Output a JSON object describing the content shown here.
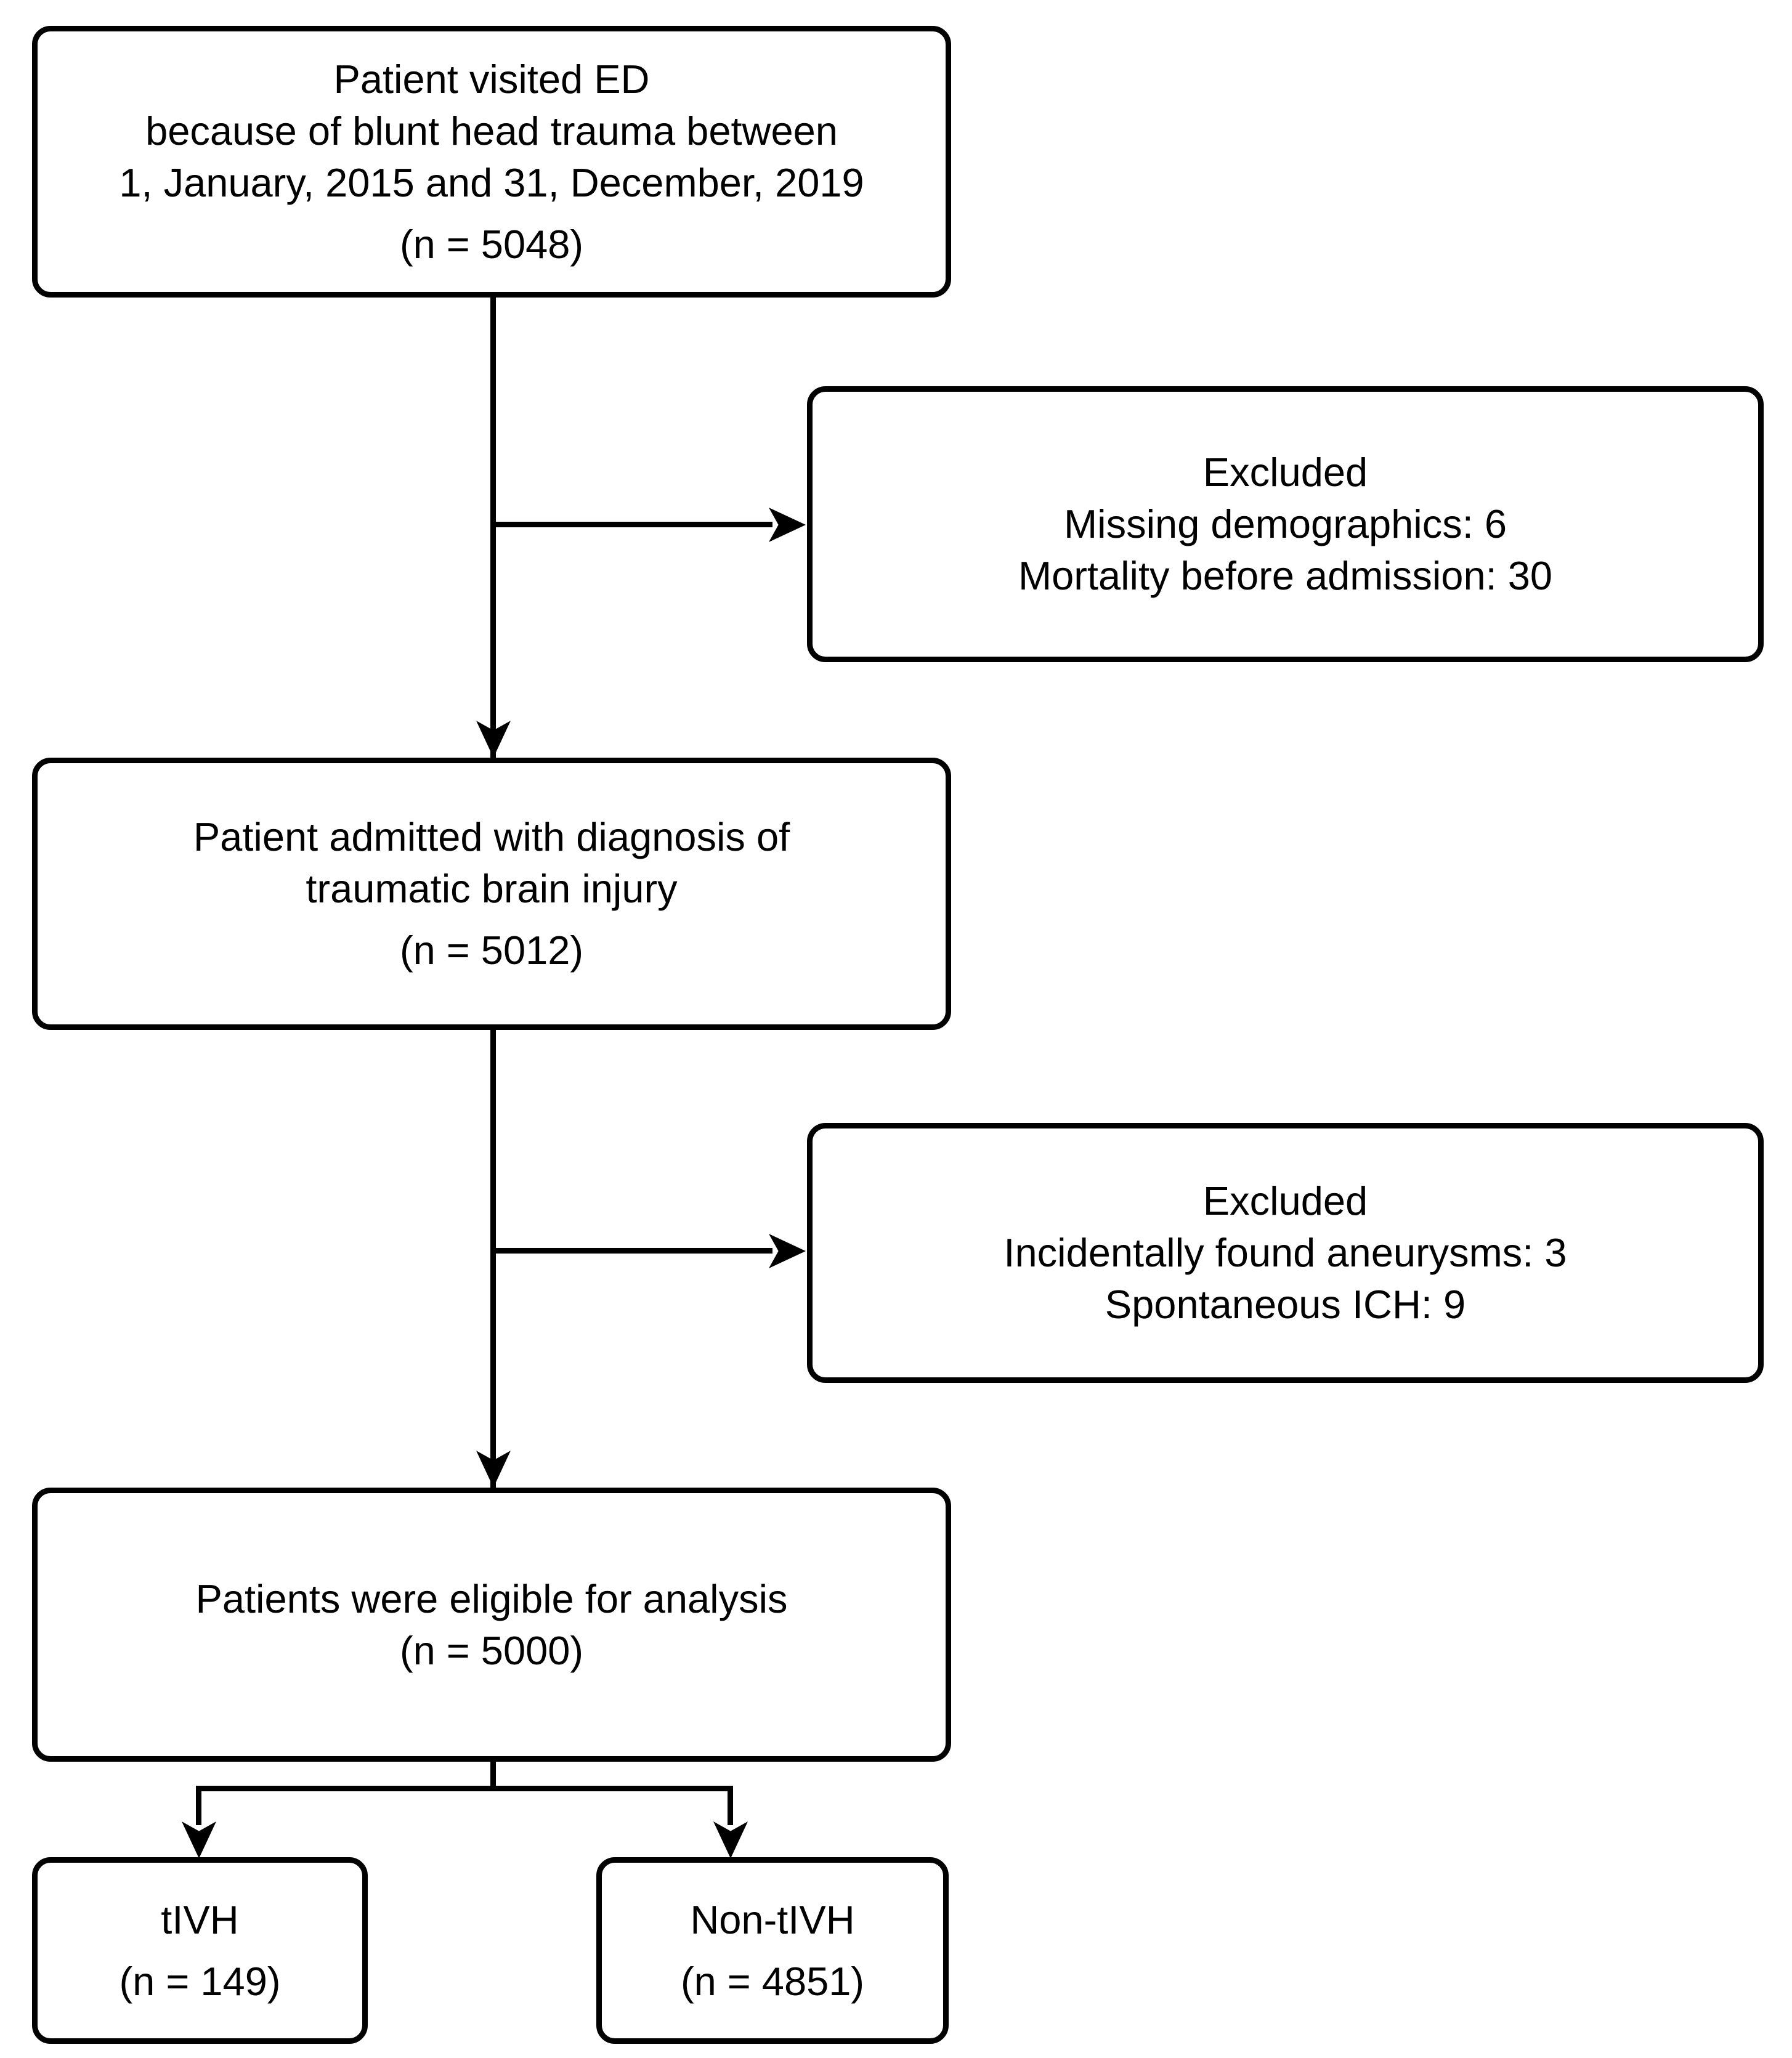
{
  "figure": {
    "type": "patient-flow-diagram",
    "colors": {
      "background": "#ffffff",
      "line": "#000000",
      "text": "#000000"
    }
  },
  "boxes": {
    "visited": {
      "lines": [
        "Patient visited ED",
        "because of blunt head trauma between",
        "1, January, 2015 and 31, December, 2019"
      ],
      "n": "(n = 5048)"
    },
    "excluded1": {
      "title": "Excluded",
      "items": [
        "Missing demographics: 6",
        "Mortality before admission: 30"
      ]
    },
    "admitted": {
      "lines": [
        "Patient admitted with diagnosis of",
        "traumatic brain injury"
      ],
      "n": "(n = 5012)"
    },
    "excluded2": {
      "title": "Excluded",
      "items": [
        "Incidentally found aneurysms: 3",
        "Spontaneous ICH: 9"
      ]
    },
    "eligible": {
      "lines": [
        "Patients were eligible for analysis"
      ],
      "n": "(n = 5000)"
    },
    "tivh": {
      "label": "tIVH",
      "n": "(n = 149)"
    },
    "non_tivh": {
      "label": "Non-tIVH",
      "n": "(n = 4851)"
    }
  }
}
